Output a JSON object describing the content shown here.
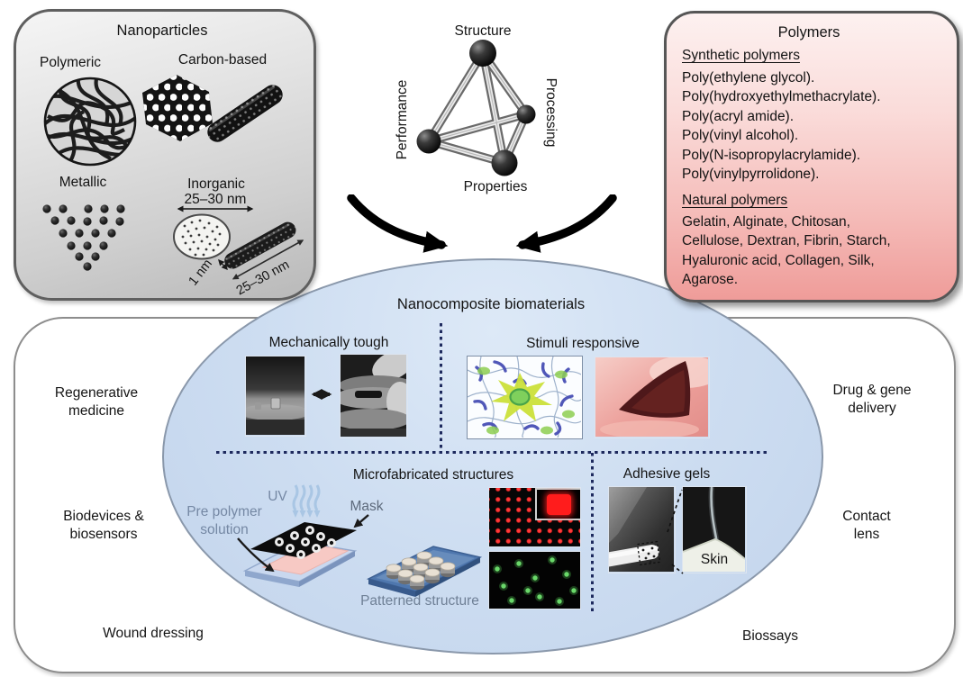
{
  "nanoparticles": {
    "title": "Nanoparticles",
    "polymeric": "Polymeric",
    "carbon": "Carbon-based",
    "metallic": "Metallic",
    "inorganic": "Inorganic",
    "disc_dim": "25–30 nm",
    "disc_thickness": "1 nm",
    "rod_dim": "25–30 nm"
  },
  "tetrahedron": {
    "top": "Structure",
    "left": "Performance",
    "right": "Processing",
    "bottom": "Properties"
  },
  "polymers": {
    "title": "Polymers",
    "synthetic_heading": "Synthetic polymers",
    "synthetic": [
      "Poly(ethylene glycol).",
      "Poly(hydroxyethylmethacrylate).",
      "Poly(acryl amide).",
      "Poly(vinyl alcohol).",
      "Poly(N-isopropylacrylamide).",
      "Poly(vinylpyrrolidone)."
    ],
    "natural_heading": "Natural polymers",
    "natural_list": "Gelatin, Alginate, Chitosan,\nCellulose, Dextran, Fibrin, Starch,\nHyaluronic acid, Collagen, Silk,\nAgarose."
  },
  "biomaterials": {
    "title": "Nanocomposite biomaterials",
    "mechanically_tough": "Mechanically tough",
    "stimuli_responsive": "Stimuli responsive",
    "microfabricated": "Microfabricated structures",
    "adhesive_gels": "Adhesive gels",
    "uv": "UV",
    "mask": "Mask",
    "pre_polymer": "Pre polymer\nsolution",
    "patterned": "Patterned structure",
    "skin": "Skin"
  },
  "applications": {
    "regenerative": "Regenerative\nmedicine",
    "drug_gene": "Drug & gene\ndelivery",
    "biodevices": "Biodevices &\nbiosensors",
    "contact_lens": "Contact\nlens",
    "wound": "Wound dressing",
    "biossays": "Biossays"
  },
  "colors": {
    "ellipse_fill": "#cdddf1",
    "pink_box_top": "#fdf1f0",
    "pink_box_bottom": "#ef9c99",
    "gray_box_top": "#f5f5f5",
    "gray_box_bottom": "#b9b9b9",
    "red_dot": "#ff1c1c",
    "green_dot": "#6ad86a",
    "schematic_label_blue": "#7588a4",
    "divider_navy": "#1e2a5e"
  }
}
